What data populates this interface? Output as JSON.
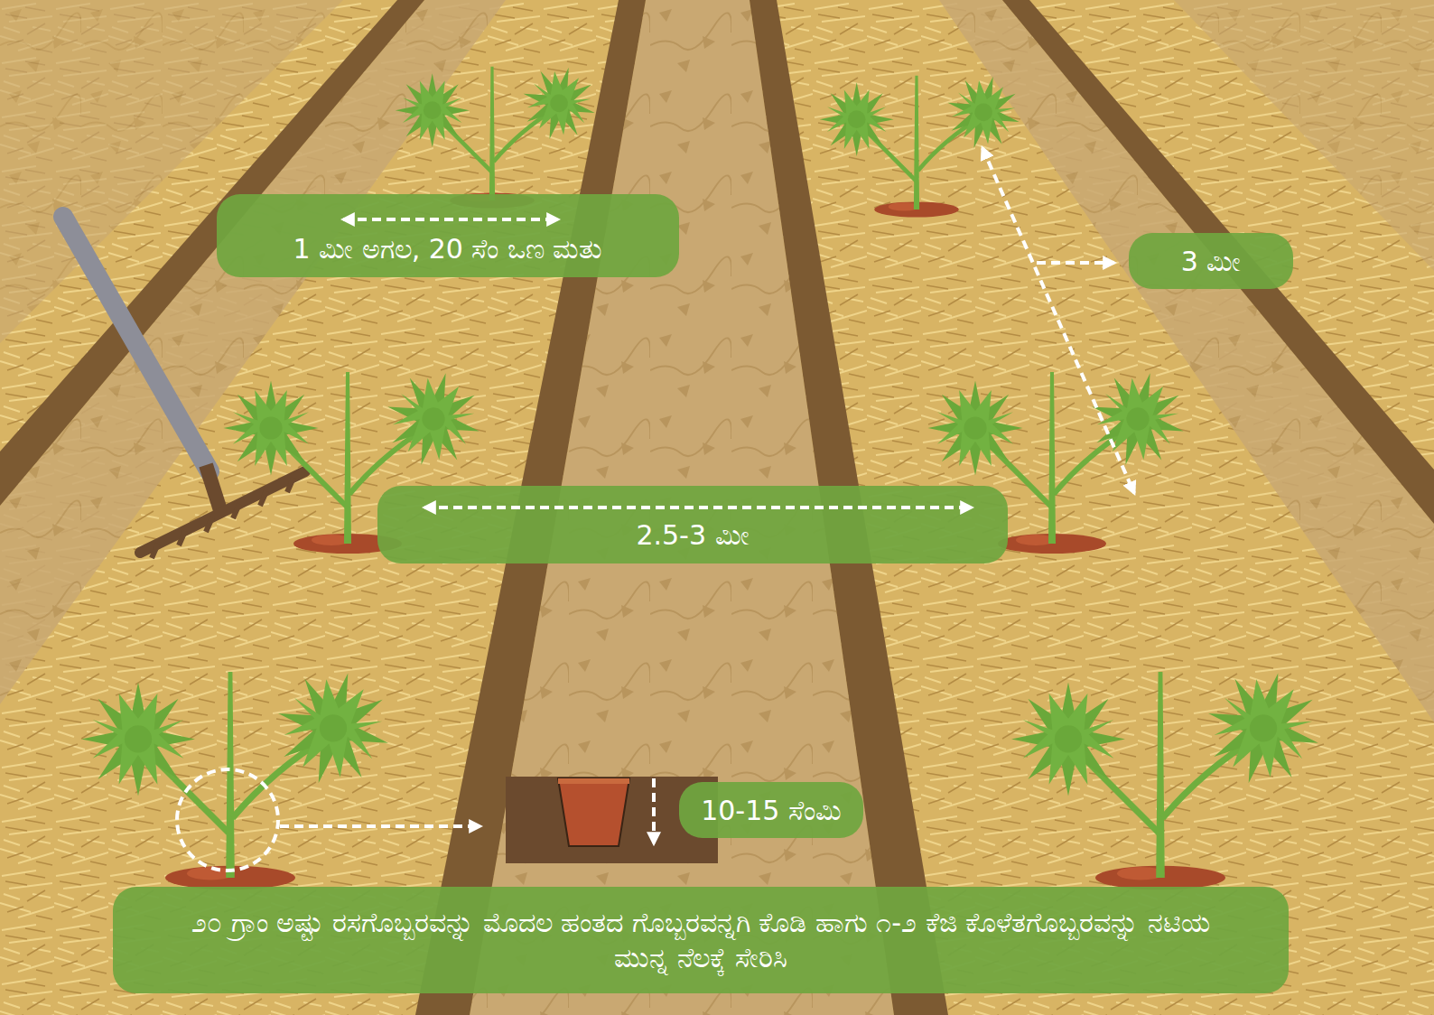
{
  "diagram": {
    "nodes": [
      {
        "text": [
          "1 ಮೀ ಅಗಲ, 20 ಸೆಂ ಒಣ ಮತು"
        ]
      },
      {
        "text": [
          "3 ಮೀ"
        ]
      },
      {
        "text": [
          "2.5-3 ಮೀ"
        ]
      },
      {
        "text": [
          "10-15 ಸೆಂಮಿ"
        ]
      },
      {
        "text": [
          "೨೦ ಗ್ರಾಂ ಅಷ್ಟು ರಸಗೊಬ್ಬರವನ್ನು ಮೊದಲ ಹಂತದ ಗೊಬ್ಬರವನ್ನಗಿ ಕೊಡಿ ಹಾಗು ೧-೨ ಕೆಜಿ ಕೊಳೆತಗೊಬ್ಬರವನ್ನು ನಟಿಯ ಮುನ್ನ ನೆಲಕ್ಕೆ ಸೇರಿಸಿ"
        ]
      }
    ]
  }
}
